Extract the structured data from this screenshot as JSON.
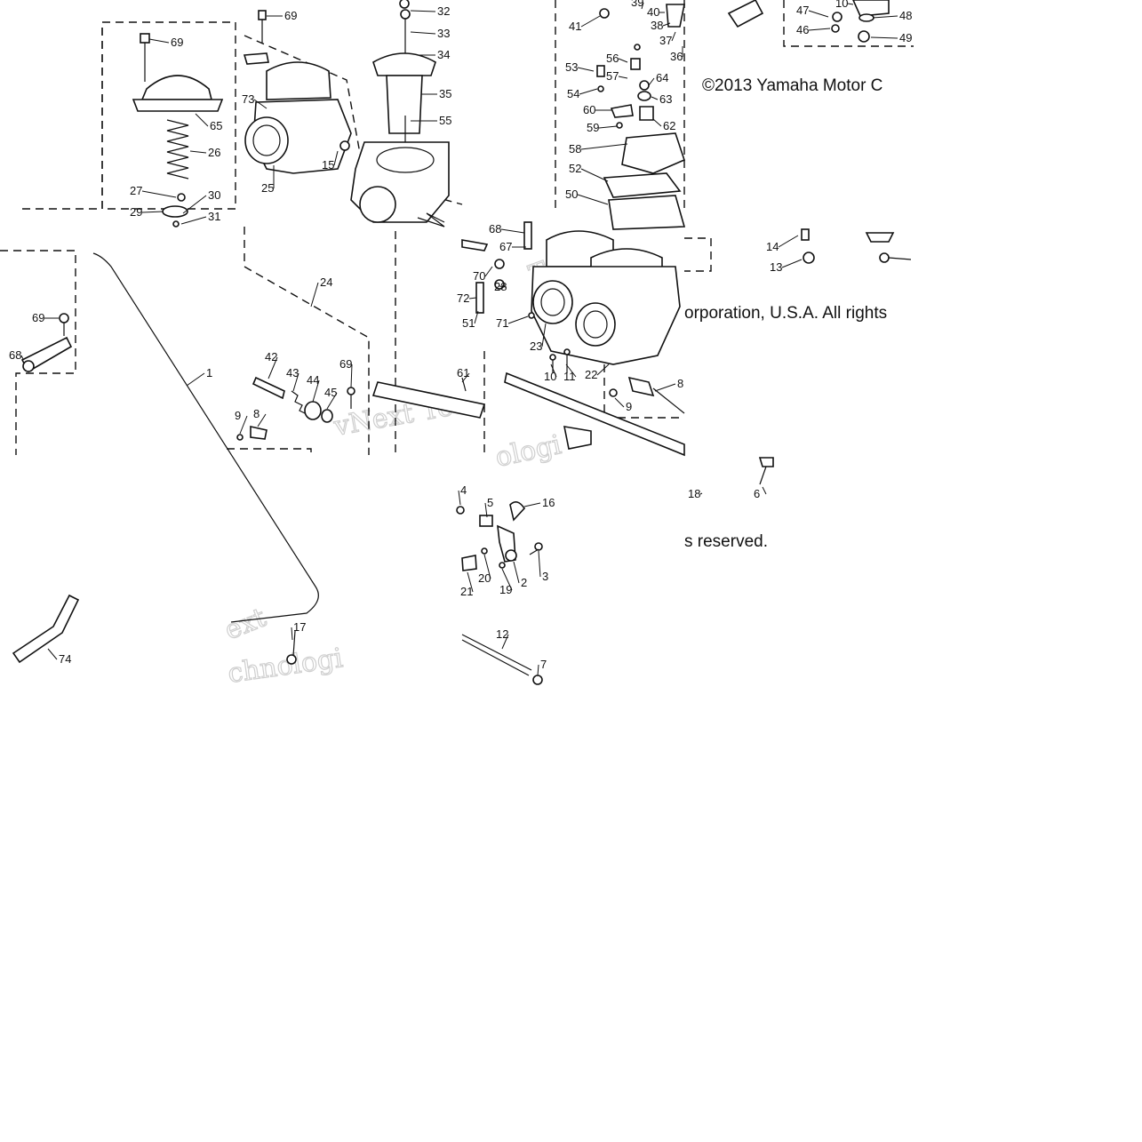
{
  "diagram": {
    "copyright": [
      "©2013 Yamaha Motor C",
      "orporation, U.S.A. All rights",
      "s reserved."
    ],
    "watermarks": [
      "vNext Te",
      "Techn",
      "ext",
      "chnologi",
      "ologi"
    ],
    "callouts": [
      {
        "id": "c69a",
        "label": "69"
      },
      {
        "id": "c32",
        "label": "32"
      },
      {
        "id": "c33",
        "label": "33"
      },
      {
        "id": "c34",
        "label": "34"
      },
      {
        "id": "c35",
        "label": "35"
      },
      {
        "id": "c55",
        "label": "55"
      },
      {
        "id": "c69b",
        "label": "69"
      },
      {
        "id": "c65",
        "label": "65"
      },
      {
        "id": "c26",
        "label": "26"
      },
      {
        "id": "c27",
        "label": "27"
      },
      {
        "id": "c30",
        "label": "30"
      },
      {
        "id": "c29",
        "label": "29"
      },
      {
        "id": "c31",
        "label": "31"
      },
      {
        "id": "c73",
        "label": "73"
      },
      {
        "id": "c15",
        "label": "15"
      },
      {
        "id": "c25",
        "label": "25"
      },
      {
        "id": "c41",
        "label": "41"
      },
      {
        "id": "c39",
        "label": "39"
      },
      {
        "id": "c40",
        "label": "40"
      },
      {
        "id": "c38",
        "label": "38"
      },
      {
        "id": "c37",
        "label": "37"
      },
      {
        "id": "c36",
        "label": "36"
      },
      {
        "id": "c47",
        "label": "47"
      },
      {
        "id": "c46",
        "label": "46"
      },
      {
        "id": "c48",
        "label": "48"
      },
      {
        "id": "c49",
        "label": "49"
      },
      {
        "id": "c10a",
        "label": "10"
      },
      {
        "id": "c53",
        "label": "53"
      },
      {
        "id": "c56",
        "label": "56"
      },
      {
        "id": "c57",
        "label": "57"
      },
      {
        "id": "c54",
        "label": "54"
      },
      {
        "id": "c64",
        "label": "64"
      },
      {
        "id": "c63",
        "label": "63"
      },
      {
        "id": "c60",
        "label": "60"
      },
      {
        "id": "c59",
        "label": "59"
      },
      {
        "id": "c62",
        "label": "62"
      },
      {
        "id": "c58",
        "label": "58"
      },
      {
        "id": "c52",
        "label": "52"
      },
      {
        "id": "c50",
        "label": "50"
      },
      {
        "id": "c14",
        "label": "14"
      },
      {
        "id": "c13",
        "label": "13"
      },
      {
        "id": "c68top",
        "label": "68"
      },
      {
        "id": "c67",
        "label": "67"
      },
      {
        "id": "c70",
        "label": "70"
      },
      {
        "id": "c28",
        "label": "28"
      },
      {
        "id": "c72",
        "label": "72"
      },
      {
        "id": "c51",
        "label": "51"
      },
      {
        "id": "c71",
        "label": "71"
      },
      {
        "id": "c23",
        "label": "23"
      },
      {
        "id": "c10b",
        "label": "10"
      },
      {
        "id": "c11",
        "label": "11"
      },
      {
        "id": "c22",
        "label": "22"
      },
      {
        "id": "c8b",
        "label": "8"
      },
      {
        "id": "c9b",
        "label": "9"
      },
      {
        "id": "c61",
        "label": "61"
      },
      {
        "id": "c24",
        "label": "24"
      },
      {
        "id": "c69c",
        "label": "69"
      },
      {
        "id": "c68",
        "label": "68"
      },
      {
        "id": "c1",
        "label": "1"
      },
      {
        "id": "c42",
        "label": "42"
      },
      {
        "id": "c43",
        "label": "43"
      },
      {
        "id": "c44",
        "label": "44"
      },
      {
        "id": "c45",
        "label": "45"
      },
      {
        "id": "c69d",
        "label": "69"
      },
      {
        "id": "c9a",
        "label": "9"
      },
      {
        "id": "c8a",
        "label": "8"
      },
      {
        "id": "c74",
        "label": "74"
      },
      {
        "id": "c17",
        "label": "17"
      },
      {
        "id": "c4",
        "label": "4"
      },
      {
        "id": "c5",
        "label": "5"
      },
      {
        "id": "c16",
        "label": "16"
      },
      {
        "id": "c3",
        "label": "3"
      },
      {
        "id": "c21",
        "label": "21"
      },
      {
        "id": "c20",
        "label": "20"
      },
      {
        "id": "c19",
        "label": "19"
      },
      {
        "id": "c2",
        "label": "2"
      },
      {
        "id": "c12",
        "label": "12"
      },
      {
        "id": "c7",
        "label": "7"
      },
      {
        "id": "c18",
        "label": "18"
      },
      {
        "id": "c6",
        "label": "6"
      }
    ]
  }
}
